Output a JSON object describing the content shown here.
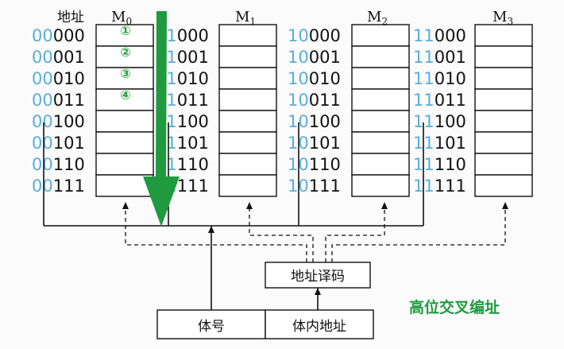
{
  "header": {
    "addr_label": "地址"
  },
  "modules": [
    {
      "label_main": "M",
      "label_sub": "0",
      "hi_bits": "00"
    },
    {
      "label_main": "M",
      "label_sub": "1",
      "hi_bits": "01"
    },
    {
      "label_main": "M",
      "label_sub": "2",
      "hi_bits": "10"
    },
    {
      "label_main": "M",
      "label_sub": "3",
      "hi_bits": "11"
    }
  ],
  "low_bits": [
    "000",
    "001",
    "010",
    "011",
    "100",
    "101",
    "110",
    "111"
  ],
  "markers": [
    "①",
    "②",
    "③",
    "④"
  ],
  "decoder": {
    "label": "地址译码"
  },
  "address_register": {
    "module_field": "体号",
    "offset_field": "体内地址"
  },
  "caption": "高位交叉编址",
  "colors": {
    "high_bits": "#5aaed8",
    "arrow": "#1f9a3f",
    "caption": "#1f9a3f"
  }
}
